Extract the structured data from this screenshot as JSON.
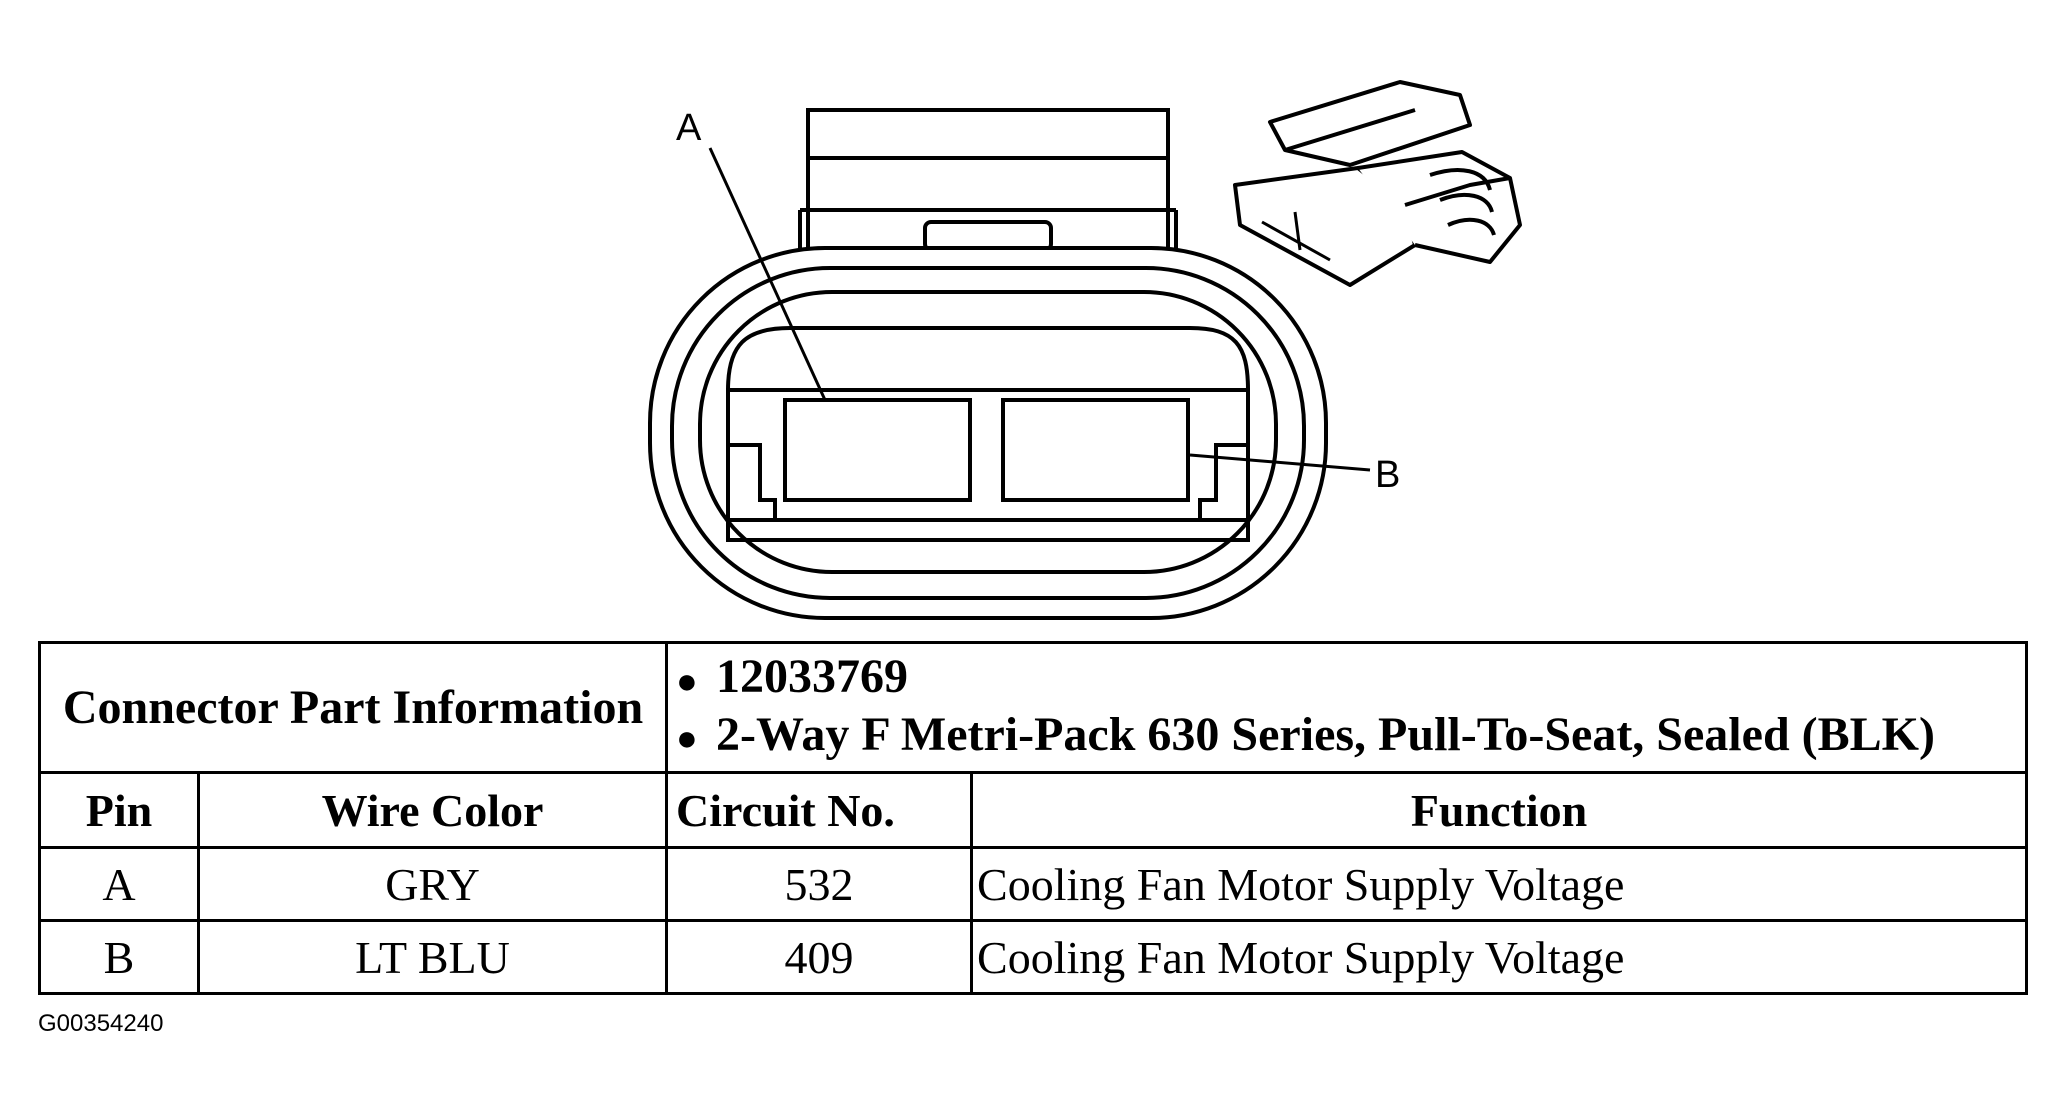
{
  "diagram": {
    "pin_labels": [
      "A",
      "B"
    ]
  },
  "connector_info": {
    "label": "Connector Part Information",
    "bullets": [
      "12033769",
      "2-Way F Metri-Pack 630 Series, Pull-To-Seat, Sealed (BLK)"
    ]
  },
  "table": {
    "headers": [
      "Pin",
      "Wire Color",
      "Circuit No.",
      "Function"
    ],
    "rows": [
      [
        "A",
        "GRY",
        "532",
        "Cooling Fan Motor Supply Voltage"
      ],
      [
        "B",
        "LT BLU",
        "409",
        "Cooling Fan Motor Supply Voltage"
      ]
    ]
  },
  "figure_id": "G00354240"
}
